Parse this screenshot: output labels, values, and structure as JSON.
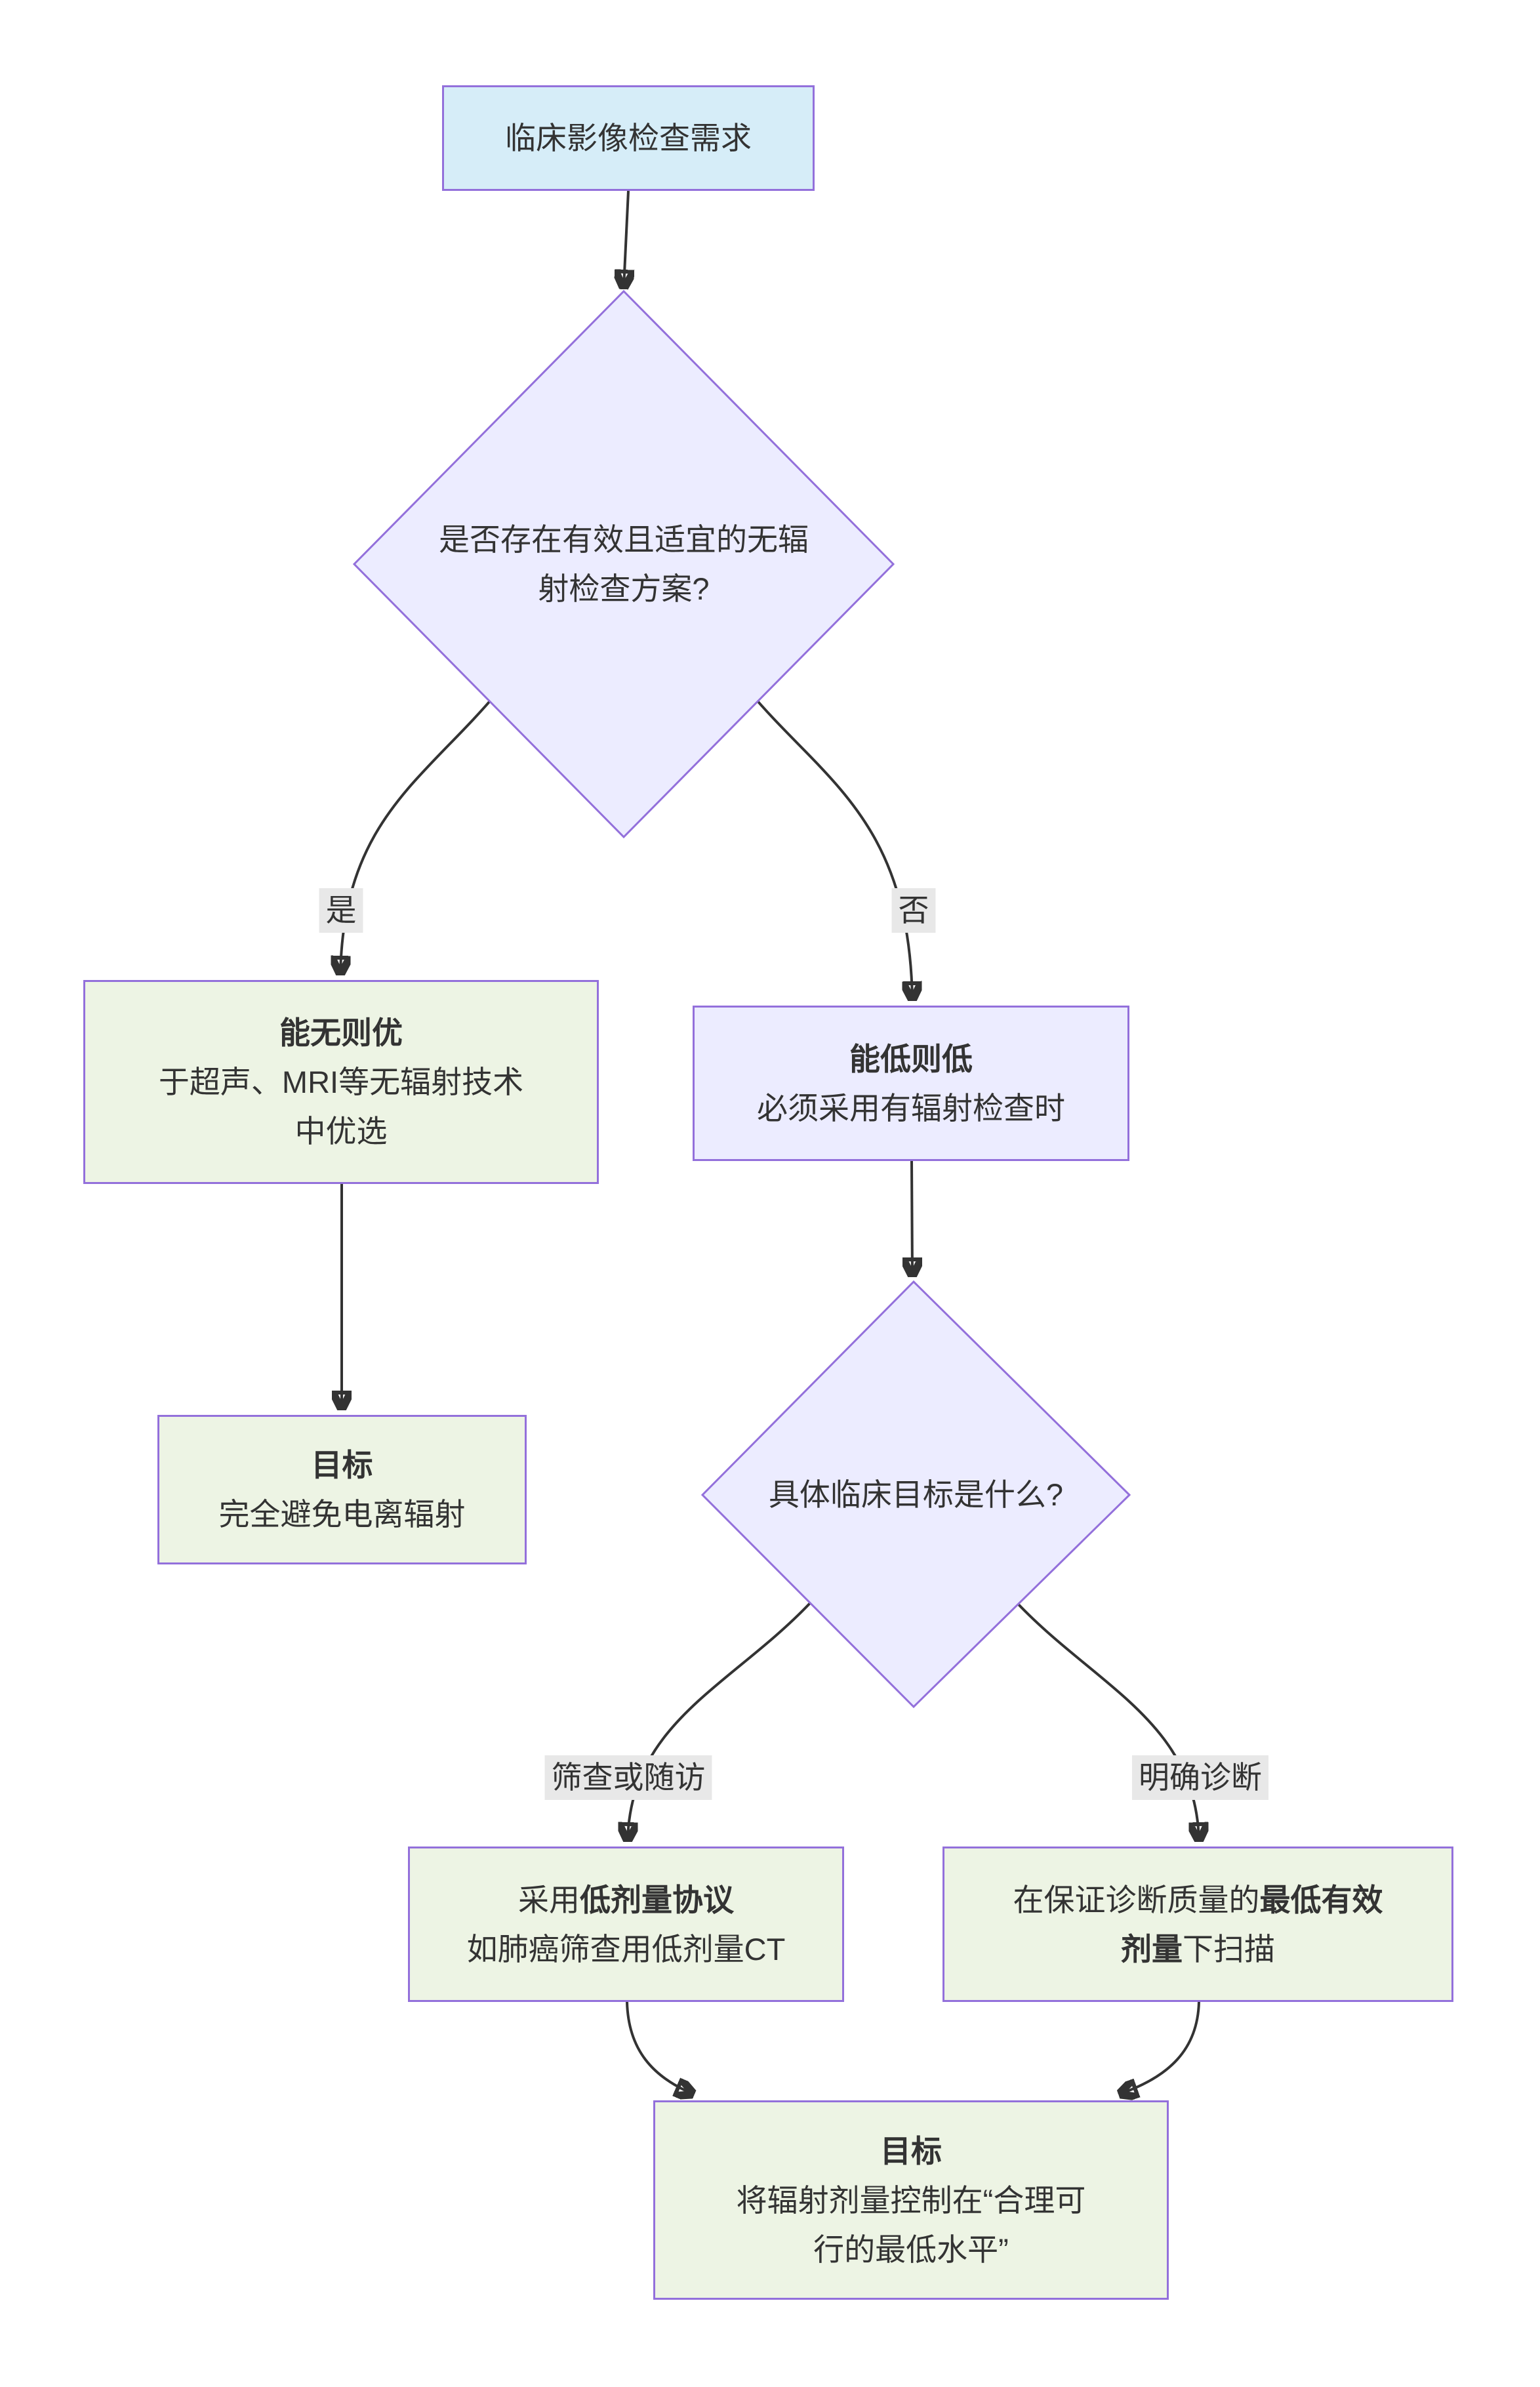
{
  "colors": {
    "background": "#ffffff",
    "border": "#9370db",
    "edge": "#333333",
    "text": "#333333",
    "start_fill": "#d6edf8",
    "decision_fill": "#ececff",
    "green_fill": "#edf4e4",
    "lavender_fill": "#ececff",
    "label_bg": "#e8e8e8"
  },
  "nodes": {
    "start": {
      "label": "临床影像检查需求"
    },
    "decision1": {
      "line1": "是否存在有效且适宜的无辐",
      "line2": "射检查方案?"
    },
    "prefer_no_radiation": {
      "title": "能无则优",
      "line1": "于超声、MRI等无辐射技术",
      "line2": "中优选"
    },
    "use_low": {
      "title": "能低则低",
      "line1": "必须采用有辐射检查时"
    },
    "goal_avoid": {
      "title": "目标",
      "line1": "完全避免电离辐射"
    },
    "decision2": {
      "line1": "具体临床目标是什么?"
    },
    "low_dose_protocol": {
      "line1_normal": "采用",
      "line1_bold": "低剂量协议",
      "line2": "如肺癌筛查用低剂量CT"
    },
    "min_effective_dose": {
      "line1_normal": "在保证诊断质量的",
      "line1_bold": "最低有效",
      "line2_bold": "剂量",
      "line2_normal": "下扫描"
    },
    "goal_alara": {
      "title": "目标",
      "line1": "将辐射剂量控制在“合理可",
      "line2": "行的最低水平”"
    }
  },
  "edge_labels": {
    "yes": "是",
    "no": "否",
    "screening": "筛查或随访",
    "diagnosis": "明确诊断"
  }
}
